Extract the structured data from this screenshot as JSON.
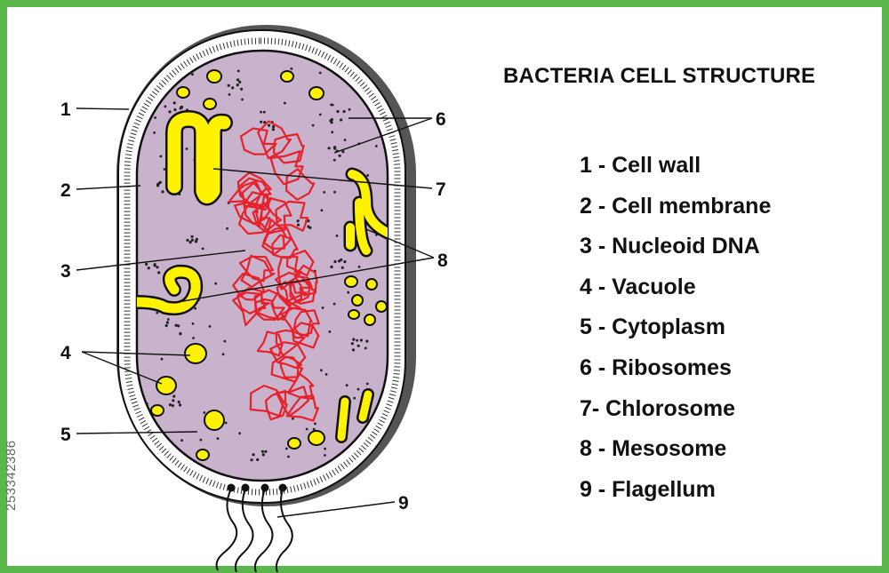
{
  "title": "BACTERIA CELL STRUCTURE",
  "legend": [
    "1 - Cell wall",
    "2 - Cell membrane",
    "3 - Nucleoid DNA",
    "4 - Vacuole",
    "5 - Cytoplasm",
    "6 - Ribosomes",
    "7- Chlorosome",
    "8 - Mesosome",
    "9 - Flagellum"
  ],
  "labels": {
    "n1": "1",
    "n2": "2",
    "n3": "3",
    "n4": "4",
    "n5": "5",
    "n6": "6",
    "n7": "7",
    "n8": "8",
    "n9": "9"
  },
  "stock_id": "253342386",
  "colors": {
    "frame": "#5ab84b",
    "cytoplasm": "#c9b3cc",
    "inclusions": "#fff200",
    "dna": "#e8202a",
    "wall_shadow": "#555555"
  }
}
